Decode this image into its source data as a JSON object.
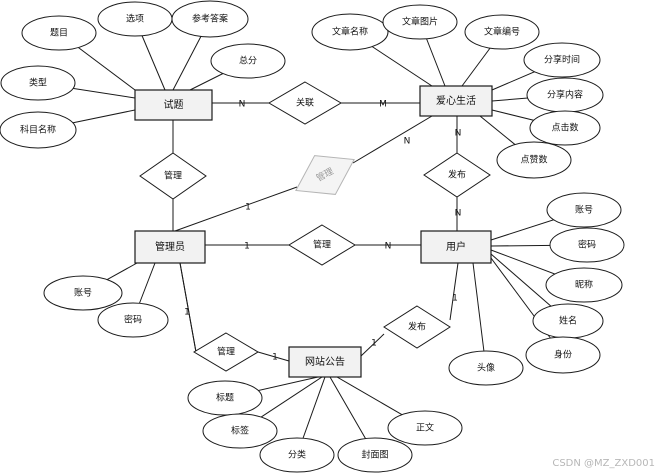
{
  "entities": {
    "question": "试题",
    "life": "爱心生活",
    "admin": "管理员",
    "user": "用户",
    "notice": "网站公告"
  },
  "attributes": {
    "question": [
      "题目",
      "选项",
      "参考答案",
      "总分",
      "类型",
      "科目名称"
    ],
    "life": [
      "文章名称",
      "文章图片",
      "文章编号",
      "分享时间",
      "分享内容",
      "点击数",
      "点赞数"
    ],
    "admin": [
      "账号",
      "密码"
    ],
    "user": [
      "账号",
      "密码",
      "昵称",
      "姓名",
      "身份",
      "头像"
    ],
    "notice": [
      "标题",
      "标签",
      "分类",
      "封面图",
      "正文"
    ]
  },
  "relationships": {
    "question_life": "关联",
    "admin_question": "管理",
    "admin_life": "管理",
    "admin_user": "管理",
    "user_life": "发布",
    "admin_notice": "管理",
    "user_notice": "发布"
  },
  "cardinalities": {
    "question_life_left": "N",
    "question_life_right": "M",
    "admin_life_admin": "1",
    "admin_life_life": "N",
    "user_life_life": "N",
    "user_life_user": "N",
    "admin_user_admin": "1",
    "admin_user_user": "N",
    "admin_notice_admin": "1",
    "admin_notice_notice": "1",
    "user_notice_user": "1",
    "user_notice_notice": "1"
  },
  "watermark": "CSDN @MZ_ZXD001",
  "colors": {
    "line": "#1a1a1a",
    "entity_fill": "#f2f2f2",
    "faded": "#b5b5b5"
  }
}
